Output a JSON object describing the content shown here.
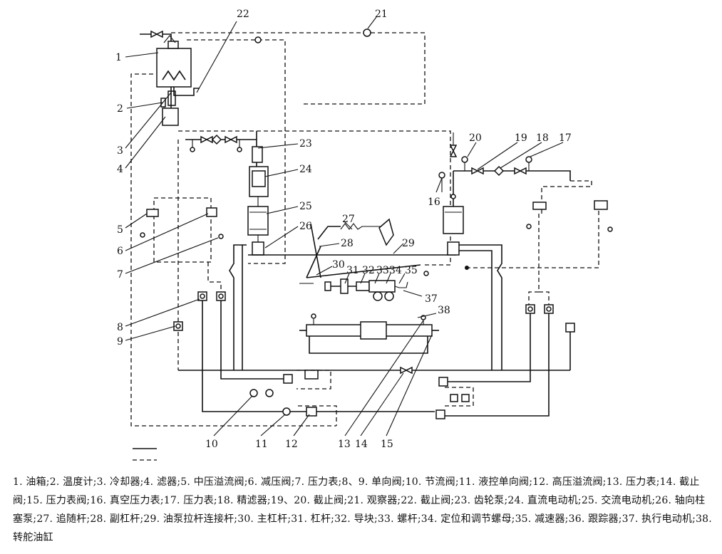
{
  "callouts": [
    "1",
    "2",
    "3",
    "4",
    "5",
    "6",
    "7",
    "8",
    "9",
    "10",
    "11",
    "12",
    "13",
    "14",
    "15",
    "16",
    "17",
    "18",
    "19",
    "20",
    "21",
    "22",
    "23",
    "24",
    "25",
    "26",
    "27",
    "28",
    "29",
    "30",
    "31",
    "32",
    "33",
    "34",
    "35",
    "37",
    "38"
  ],
  "legend": "1. 油箱;2. 温度计;3. 冷却器;4. 滤器;5. 中压溢流阀;6. 减压阀;7. 压力表;8、9. 单向阀;10. 节流阀;11. 液控单向阀;12. 高压溢流阀;13. 压力表;14. 截止阀;15. 压力表阀;16. 真空压力表;17. 压力表;18. 精滤器;19、20. 截止阀;21. 观察器;22. 截止阀;23. 齿轮泵;24. 直流电动机;25. 交流电动机;26. 轴向柱塞泵;27. 追随杆;28. 副杠杆;29. 油泵拉杆连接杆;30. 主杠杆;31. 杠杆;32. 导块;33. 螺杆;34. 定位和调节螺母;35. 减速器;36. 跟踪器;37. 执行电动机;38. 转舵油缸"
}
